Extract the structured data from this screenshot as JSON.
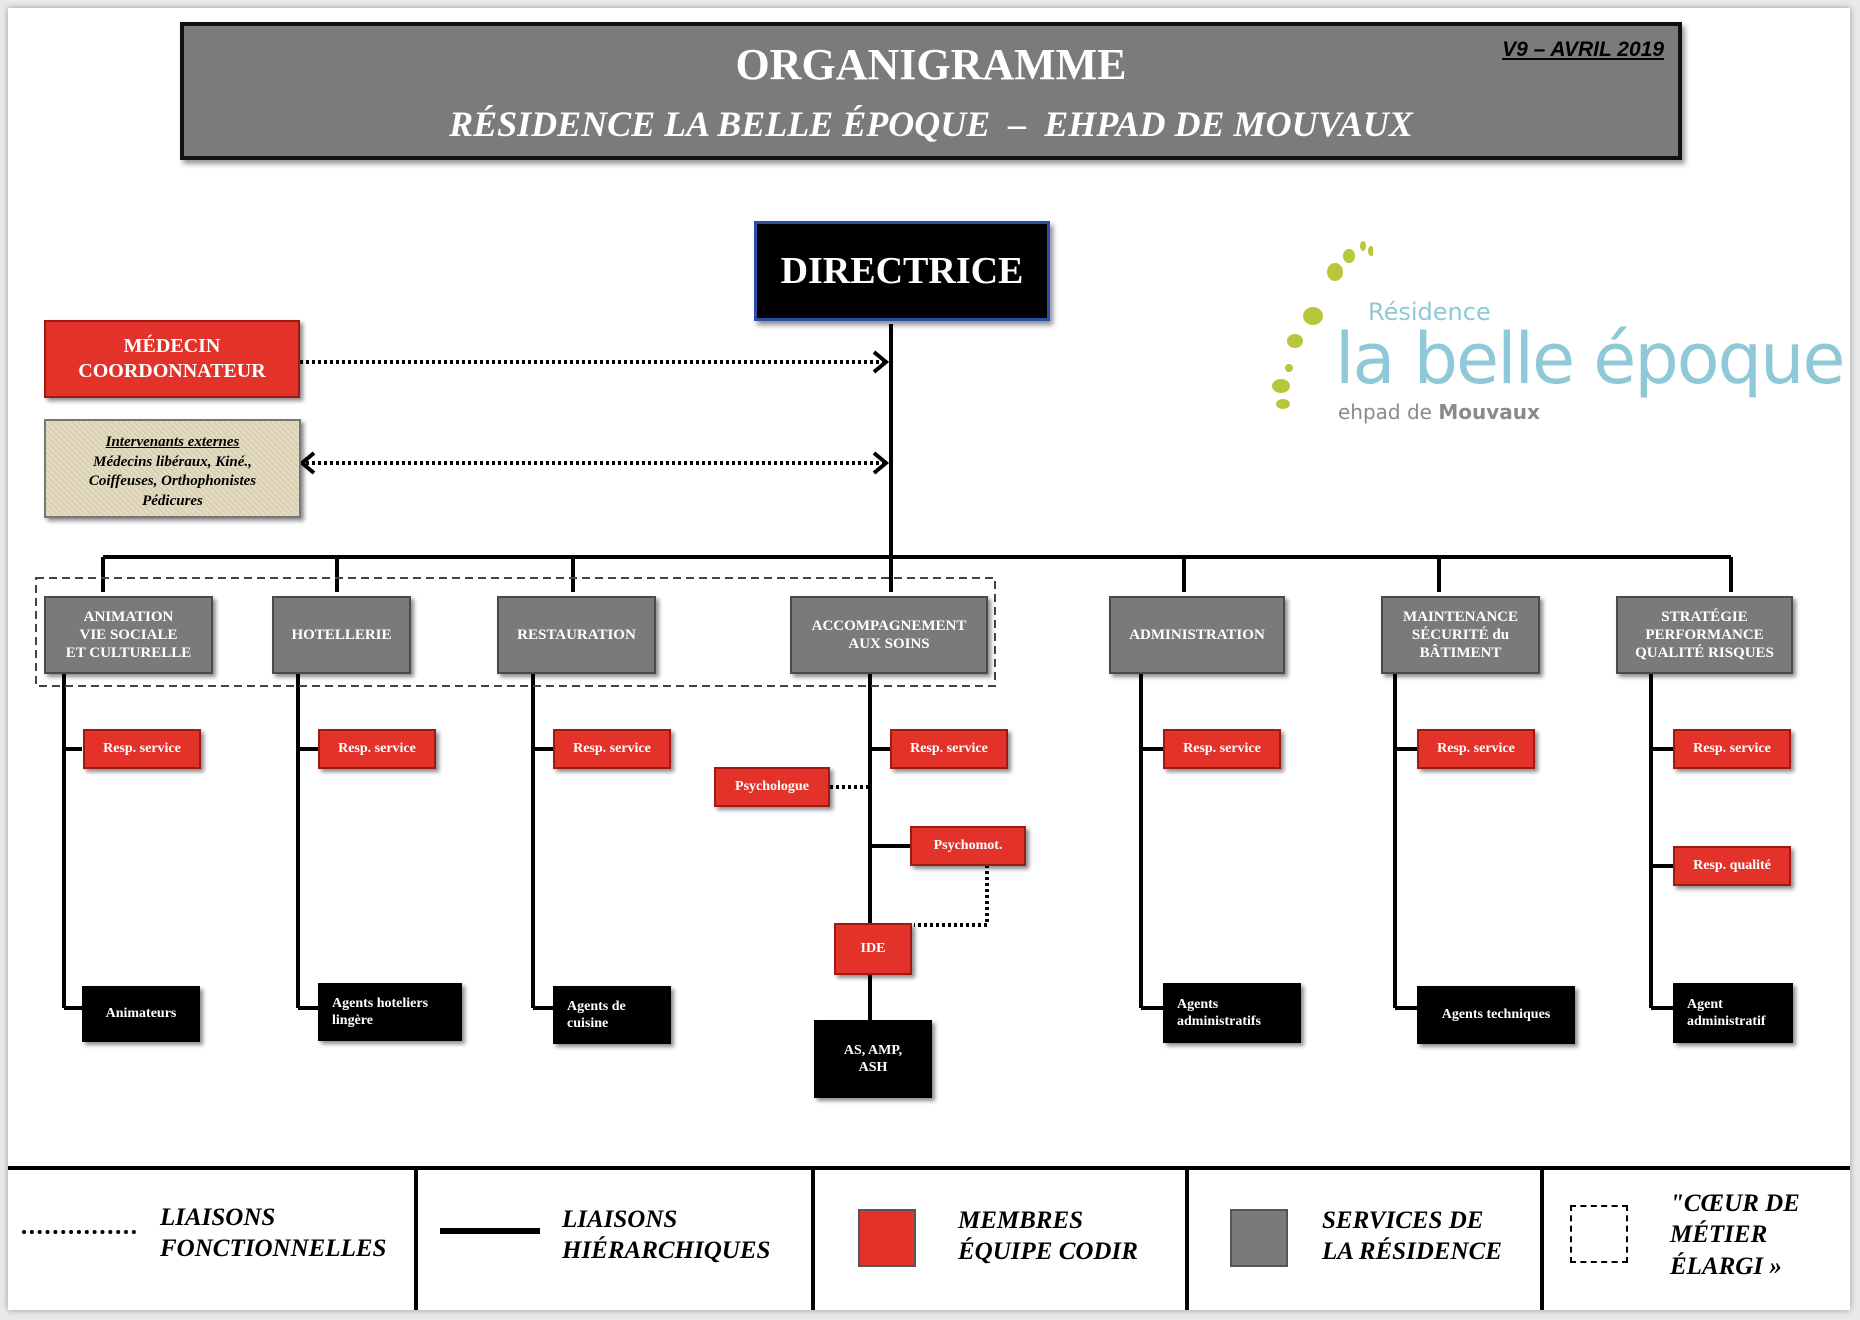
{
  "header": {
    "title": "ORGANIGRAMME",
    "subtitle": "RÉSIDENCE LA BELLE ÉPOQUE  –  EHPAD DE MOUVAUX",
    "version": "V9 – AVRIL 2019"
  },
  "logo": {
    "residence": "Résidence",
    "name": "la belle époque",
    "ehpad_prefix": "ehpad de ",
    "ehpad_town": "Mouvaux"
  },
  "director": "DIRECTRICE",
  "medecin": "MÉDECIN\nCOORDONNATEUR",
  "intervenants": {
    "title": "Intervenants externes",
    "body": "Médecins libéraux, Kiné.,\nCoiffeuses, Orthophonistes\nPédicures"
  },
  "services": [
    {
      "name": "ANIMATION\nVIE SOCIALE\nET CULTURELLE",
      "resp": [
        "Resp. service"
      ],
      "agents": "Animateurs"
    },
    {
      "name": "HOTELLERIE",
      "resp": [
        "Resp. service"
      ],
      "agents": "Agents hoteliers\nlingère"
    },
    {
      "name": "RESTAURATION",
      "resp": [
        "Resp. service"
      ],
      "agents": "Agents de\ncuisine"
    },
    {
      "name": "ACCOMPAGNEMENT\nAUX SOINS",
      "resp": [
        "Resp. service",
        "Psychologue",
        "Psychomot.",
        "IDE"
      ],
      "agents": "AS, AMP,\nASH"
    },
    {
      "name": "ADMINISTRATION",
      "resp": [
        "Resp. service"
      ],
      "agents": "Agents\nadministratifs"
    },
    {
      "name": "MAINTENANCE\nSÉCURITÉ du\nBÂTIMENT",
      "resp": [
        "Resp. service"
      ],
      "agents": "Agents techniques"
    },
    {
      "name": "STRATÉGIE\nPERFORMANCE\nQUALITÉ RISQUES",
      "resp": [
        "Resp. service",
        "Resp. qualité"
      ],
      "agents": "Agent\nadministratif"
    }
  ],
  "legend": [
    {
      "icon": "dotted-line-icon",
      "label": "LIAISONS\nFONCTIONNELLES"
    },
    {
      "icon": "solid-line-icon",
      "label": "LIAISONS\nHIÉRARCHIQUES"
    },
    {
      "icon": "red-square-icon",
      "label": "MEMBRES\nÉQUIPE CODIR",
      "color": "#e3322a"
    },
    {
      "icon": "gray-square-icon",
      "label": "SERVICES DE\nLA RÉSIDENCE",
      "color": "#7a7a7a"
    },
    {
      "icon": "dashed-square-icon",
      "label": "\"CŒUR DE\nMÉTIER\nÉLARGI »"
    }
  ],
  "colors": {
    "codir_red": "#e3322a",
    "service_gray": "#7a7a7a",
    "header_gray": "#7b7b7b",
    "logo_blue": "#8fc8d6",
    "logo_green": "#b7c63a"
  }
}
